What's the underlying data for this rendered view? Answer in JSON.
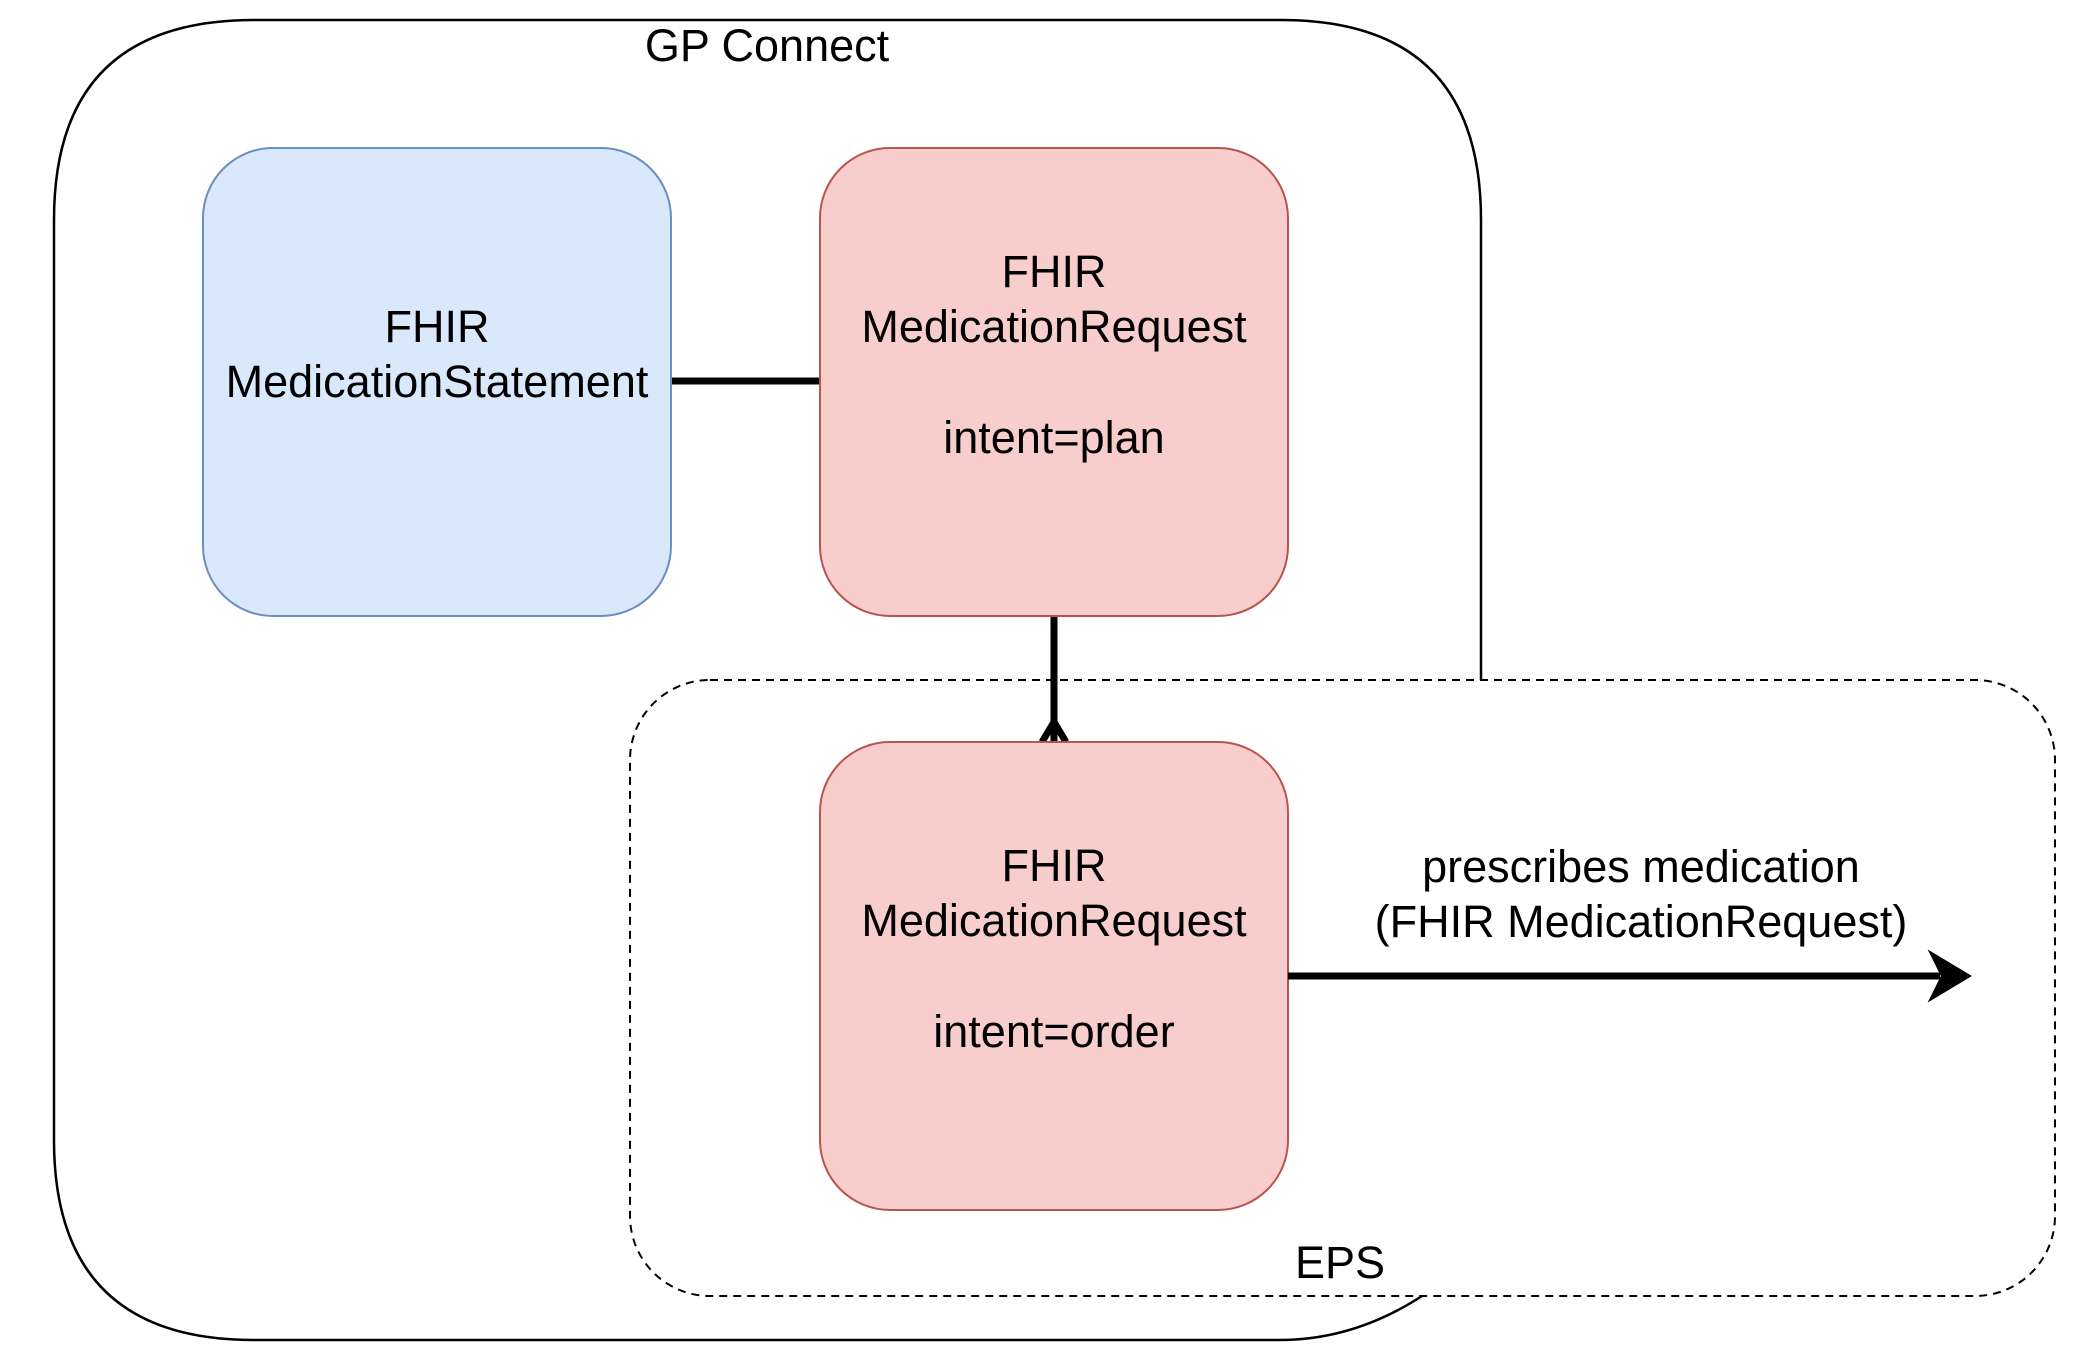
{
  "containers": {
    "gp_connect": {
      "label": "GP Connect"
    },
    "eps": {
      "label": "EPS"
    }
  },
  "nodes": {
    "medication_statement": {
      "line1": "FHIR",
      "line2": "MedicationStatement"
    },
    "medication_request_plan": {
      "line1": "FHIR",
      "line2": "MedicationRequest",
      "line3": "intent=plan"
    },
    "medication_request_order": {
      "line1": "FHIR",
      "line2": "MedicationRequest",
      "line3": "intent=order"
    }
  },
  "edges": {
    "prescribes": {
      "line1": "prescribes medication",
      "line2": "(FHIR MedicationRequest)"
    }
  },
  "colors": {
    "statement_fill": "#dae8fc",
    "statement_stroke": "#6c8ebf",
    "request_fill": "#f8cecc",
    "request_stroke": "#b85450",
    "line": "#000000"
  }
}
